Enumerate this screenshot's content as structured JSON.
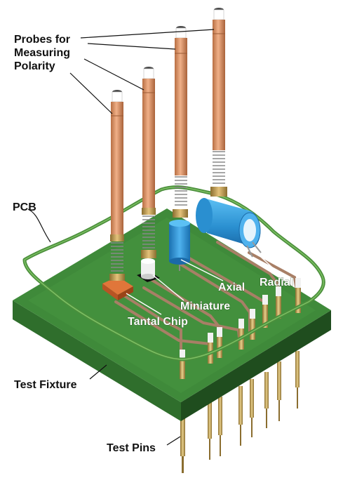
{
  "labels": {
    "probes_line1": "Probes for",
    "probes_line2": "Measuring",
    "probes_line3": "Polarity",
    "pcb": "PCB",
    "test_fixture": "Test Fixture",
    "test_pins": "Test Pins",
    "tantal_chip": "Tantal Chip",
    "miniature": "Miniature",
    "axial": "Axial",
    "radial": "Radial"
  },
  "colors": {
    "fixture_top": "#3f8a3a",
    "fixture_front": "#2f6e2c",
    "fixture_side": "#1f4d1e",
    "pcb_outline": "#4b8f3c",
    "probe_body": "#e0996a",
    "probe_shade": "#b86f43",
    "spring": "#9a9a9a",
    "pin": "#c9a55a",
    "pin_dark": "#8a6d2f",
    "trace": "#a87f66",
    "tantal_chip": "#e0763a",
    "miniature_cap": "#eeeeee",
    "axial_cap": "#2a8fd0",
    "radial_cap": "#3a9fdf",
    "label_dark": "#111111",
    "label_light": "#ffffff"
  }
}
